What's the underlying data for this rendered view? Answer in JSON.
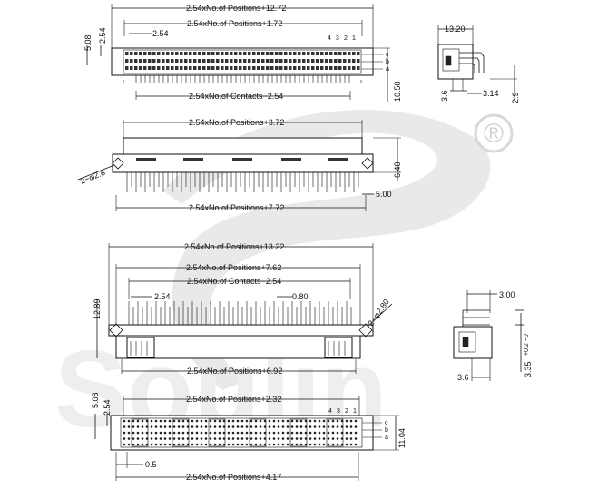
{
  "watermark": {
    "brand": "Soulin",
    "registered_mark": "®",
    "color": "#e9e9e9"
  },
  "view1": {
    "dims": {
      "top": "2.54xNo.of  Positions+12.72",
      "second": "2.54xNo.of  Positions+1.72",
      "pitch": "2.54",
      "bottom": "2.54xNo.of  Contacts−2.54",
      "vert_outer": "5.08",
      "vert_inner": "2.54",
      "height": "10.50"
    },
    "pin_numbers": [
      "4",
      "3",
      "2",
      "1"
    ],
    "row_letters": [
      "c",
      "b",
      "a"
    ]
  },
  "view2": {
    "dims": {
      "top": "2.54xNo.of  Positions+3.72",
      "hole": "2−φ2.8",
      "height": "6.40",
      "offset": "5.00",
      "bottom": "2.54xNo.of  Positions+7.72"
    }
  },
  "view3": {
    "dims": {
      "top": "2.54xNo.of  Positions+13.22",
      "second": "2.54xNo.of  Positions+7.62",
      "third": "2.54xNo.of  Contacts−2.54",
      "pitch": "2.54",
      "pin": "0.80",
      "hole": "2−φ2.80",
      "height": "12.89",
      "bottom": "2.54xNo.of  Positions+6.92"
    }
  },
  "view4": {
    "dims": {
      "top": "2.54xNo.of  Positions+2.32",
      "vert_outer": "5.08",
      "vert_inner": "2.54",
      "height": "11.04",
      "small": "0.5",
      "bottom": "2.54xNo.of  Positions+4.17"
    },
    "pin_numbers": [
      "4",
      "3",
      "2",
      "1"
    ],
    "row_letters": [
      "c",
      "b",
      "a"
    ]
  },
  "side_top": {
    "dims": {
      "width": "13.20",
      "left": "3.6",
      "mid": "3.14",
      "right": "2.9"
    }
  },
  "side_bottom": {
    "dims": {
      "top": "3.00",
      "left": "3.6",
      "right": "3.35",
      "right_tol": "+0.2\n−0"
    }
  }
}
